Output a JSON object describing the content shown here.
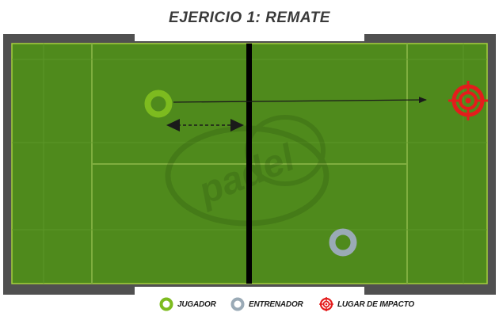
{
  "title": "EJERICIO 1: REMATE",
  "watermark": "padel",
  "legend": [
    {
      "label": "JUGADOR",
      "icon": "player-ring-icon",
      "color": "#7dbb1f"
    },
    {
      "label": "ENTRENADOR",
      "icon": "coach-ring-icon",
      "color": "#9aaab6"
    },
    {
      "label": "LUGAR DE IMPACTO",
      "icon": "target-icon",
      "color": "#e41c1c"
    }
  ],
  "colors": {
    "court": "#4f8a1c",
    "surround": "#505050",
    "net": "#000000",
    "player": "#7dbb1f",
    "coach": "#9aaab6",
    "target": "#e41c1c"
  }
}
